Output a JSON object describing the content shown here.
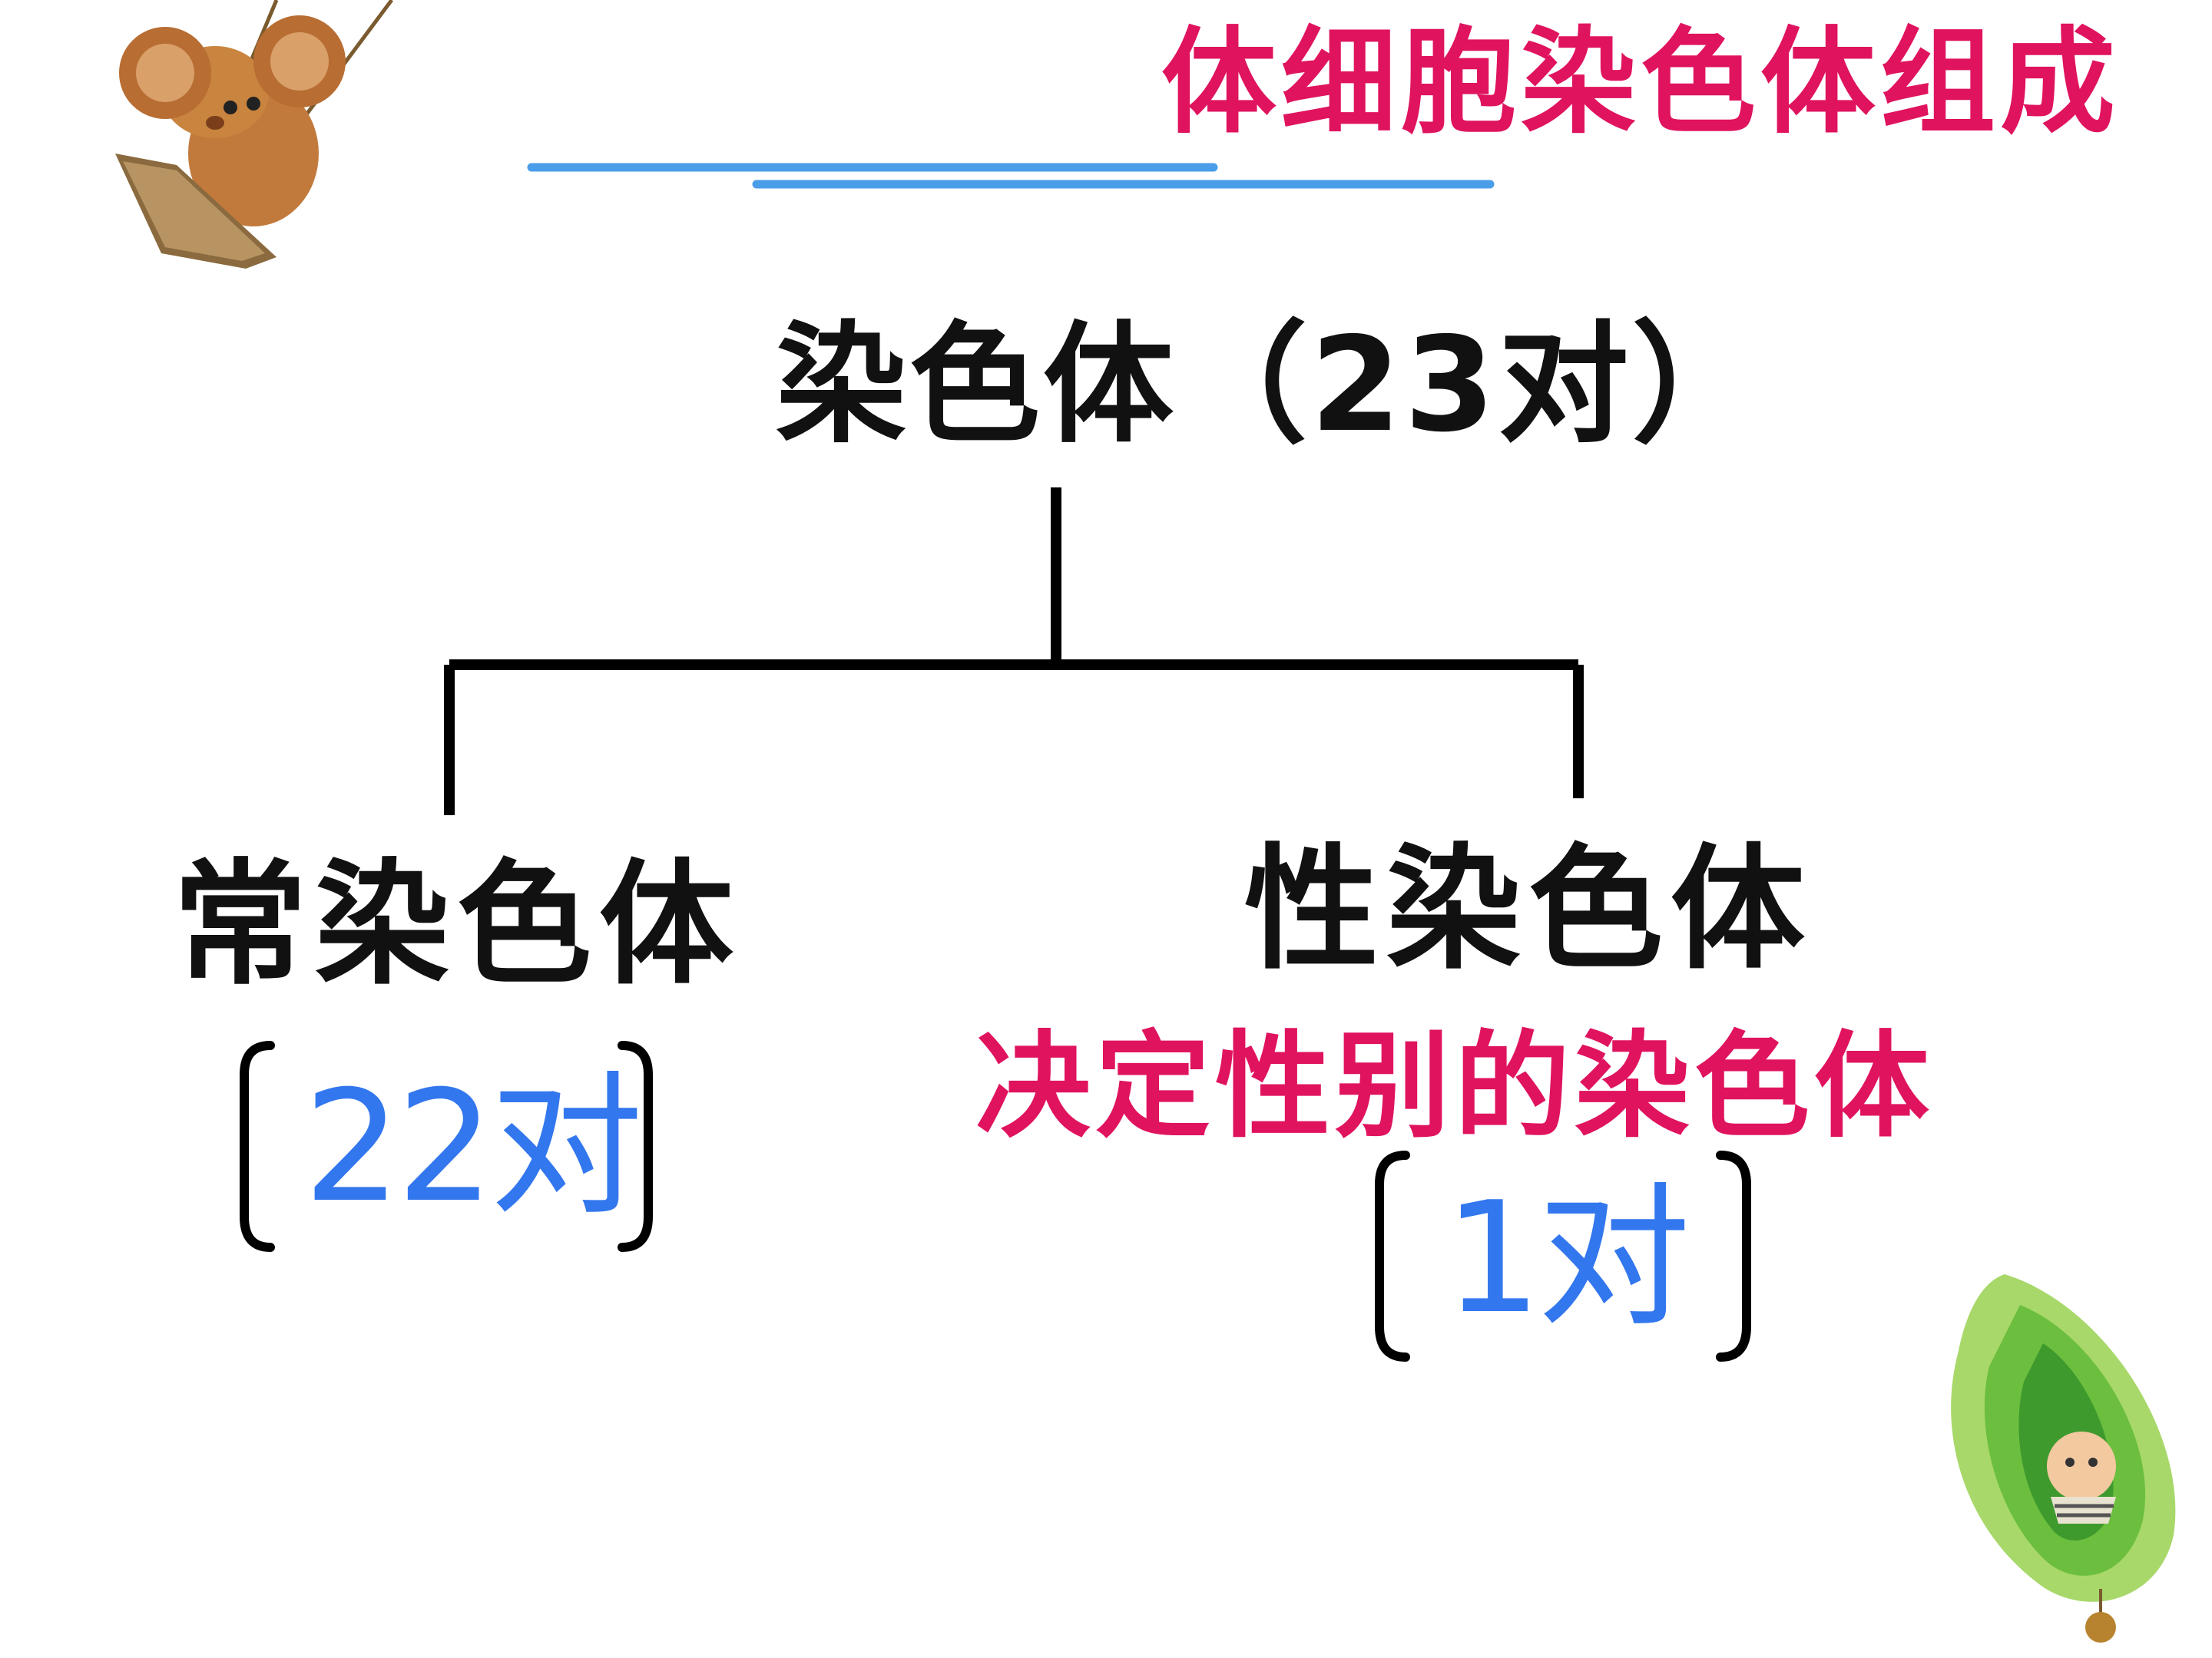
{
  "title": "体细胞染色体组成",
  "root": {
    "label": "染色体（23对）"
  },
  "branches": [
    {
      "label": "常染色体",
      "count": "22对"
    },
    {
      "label": "性染色体",
      "description": "决定性别的染色体",
      "count": "1对"
    }
  ],
  "colors": {
    "title": "#e0135f",
    "description": "#e0135f",
    "count": "#3377ee",
    "text": "#111111",
    "underline": "#4a9de8"
  },
  "decorations": [
    "mouse-on-swing-illustration",
    "child-in-leaves-illustration"
  ]
}
